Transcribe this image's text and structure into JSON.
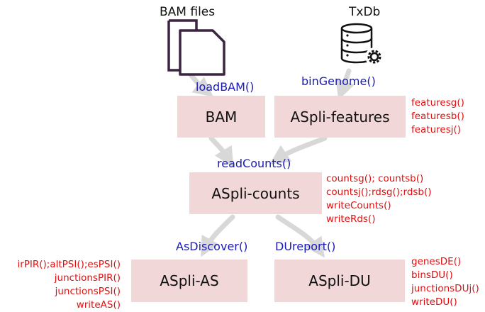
{
  "colors": {
    "box_fill": "#f2d7d8",
    "arrow": "#d8d8d8",
    "function_blue": "#1a1ab8",
    "note_red": "#e01010",
    "icon_dark": "#3b2440"
  },
  "sources": {
    "bam_files": "BAM files",
    "txdb": "TxDb"
  },
  "edge_labels": {
    "load_bam": "loadBAM()",
    "bin_genome": "binGenome()",
    "read_counts": "readCounts()",
    "as_discover": "AsDiscover()",
    "du_report": "DUreport()"
  },
  "nodes": {
    "bam": "BAM",
    "features": "ASpli-features",
    "counts": "ASpli-counts",
    "as": "ASpli-AS",
    "du": "ASpli-DU"
  },
  "notes": {
    "features": [
      "featuresg()",
      "featuresb()",
      "featuresj()"
    ],
    "counts": [
      "countsg(); countsb()",
      "countsj();rdsg();rdsb()",
      "writeCounts()",
      "writeRds()"
    ],
    "as": [
      "irPIR();altPSI();esPSI()",
      "junctionsPIR()",
      "junctionsPSI()",
      "writeAS()"
    ],
    "du": [
      "genesDE()",
      "binsDU()",
      "junctionsDUj()",
      "writeDU()"
    ]
  }
}
